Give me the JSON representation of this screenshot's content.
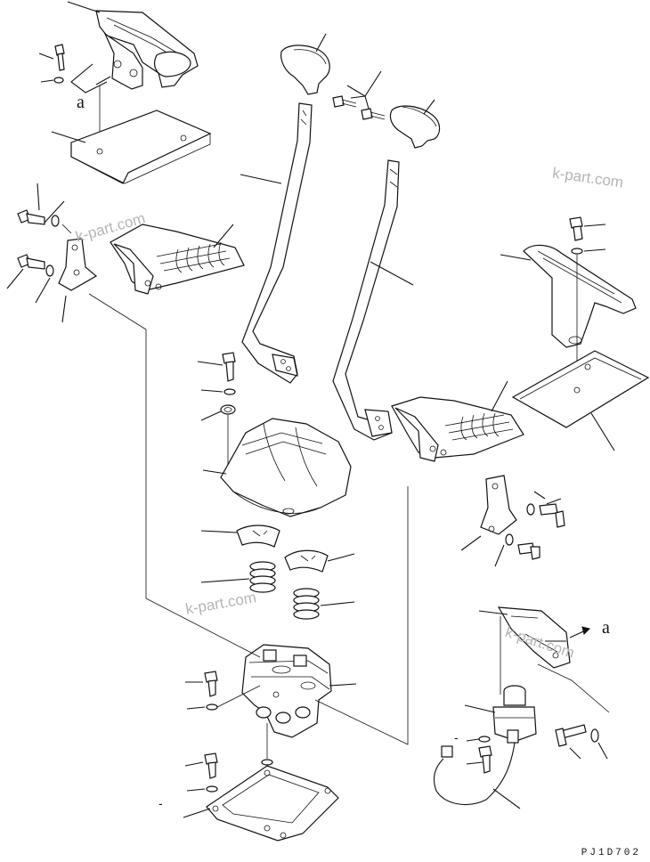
{
  "figure": {
    "ref_mark_top": "a",
    "ref_mark_right": "a",
    "drawing_code": "PJ1D702",
    "dash_marks": [
      "-",
      "-"
    ]
  },
  "watermarks": [
    "k-part.com",
    "k-part.com",
    "k-part.com",
    "k-part.com"
  ],
  "parts": [
    "left-pedal-cover",
    "left-pedal-plate",
    "left-lever-knob",
    "right-lever-knob",
    "knob-bolts",
    "left-lever-rod",
    "right-lever-rod",
    "left-foot-pedal",
    "left-pedal-bracket",
    "right-pedal-cover",
    "right-pedal-plate",
    "right-foot-pedal",
    "right-pedal-bracket",
    "valve-cover",
    "valve-cap",
    "return-spring",
    "pilot-valve",
    "valve-gasket",
    "switch-bracket",
    "limit-switch",
    "switch-harness"
  ]
}
